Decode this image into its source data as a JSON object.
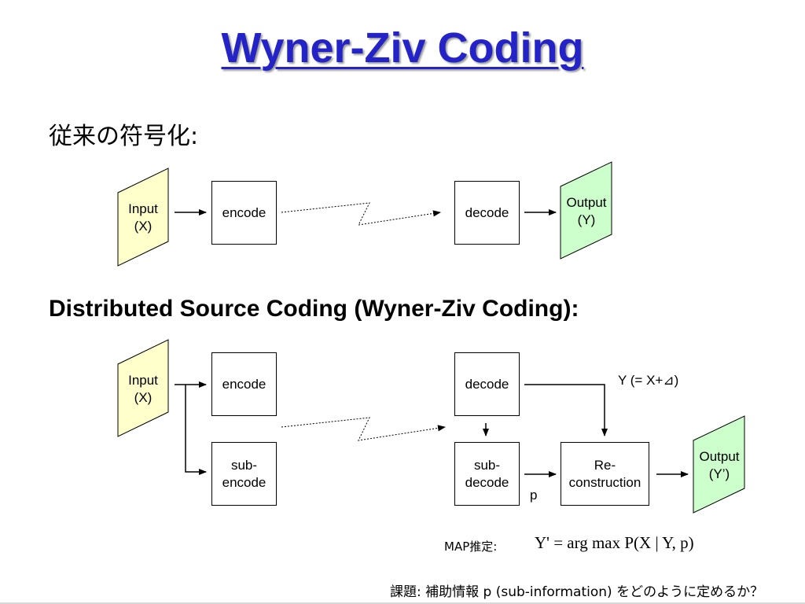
{
  "title": "Wyner-Ziv Coding",
  "section1": {
    "heading": "従来の符号化:",
    "input": "Input\n(X)",
    "encode": "encode",
    "decode": "decode",
    "output": "Output\n(Y)"
  },
  "section2": {
    "heading": "Distributed Source Coding (Wyner-Ziv Coding):",
    "input": "Input\n(X)",
    "encode": "encode",
    "sub_encode": "sub-\nencode",
    "decode": "decode",
    "sub_decode": "sub-\ndecode",
    "reconstruction": "Re-\nconstruction",
    "output": "Output\n(Y’)",
    "y_label": "Y (= X+⊿)",
    "p_label": "p",
    "map_label": "MAP推定:",
    "formula": "Y' = arg max P(X | Y, p)"
  },
  "footer": "課題: 補助情報 p (sub-information) をどのように定めるか？",
  "colors": {
    "title": "#2323c8",
    "input_fill": "#ffffcc",
    "output_fill": "#ccffcc"
  }
}
